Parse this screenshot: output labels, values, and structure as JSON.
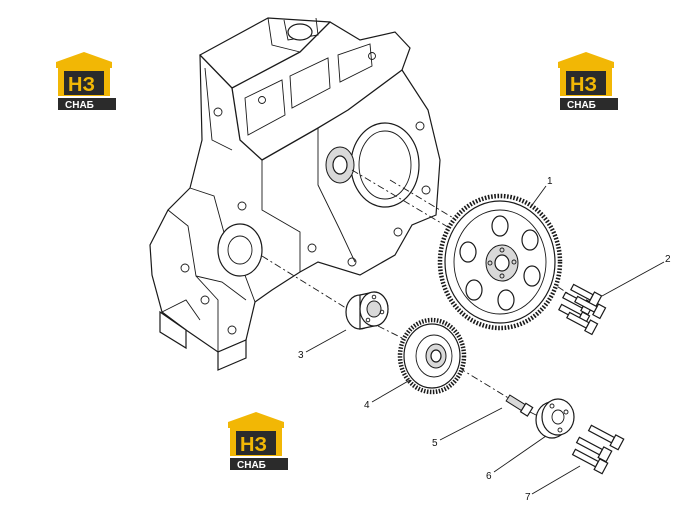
{
  "logos": [
    {
      "id": "logo-top-left",
      "mark": "НЗ",
      "caption": "СНАБ"
    },
    {
      "id": "logo-top-right",
      "mark": "НЗ",
      "caption": "СНАБ"
    },
    {
      "id": "logo-bottom",
      "mark": "НЗ",
      "caption": "СНАБ"
    }
  ],
  "callouts": [
    "1",
    "2",
    "3",
    "4",
    "5",
    "6",
    "7"
  ],
  "colors": {
    "logo_yellow": "#f2b705",
    "logo_dark": "#2b2b2b",
    "line": "#1a1a1a"
  }
}
